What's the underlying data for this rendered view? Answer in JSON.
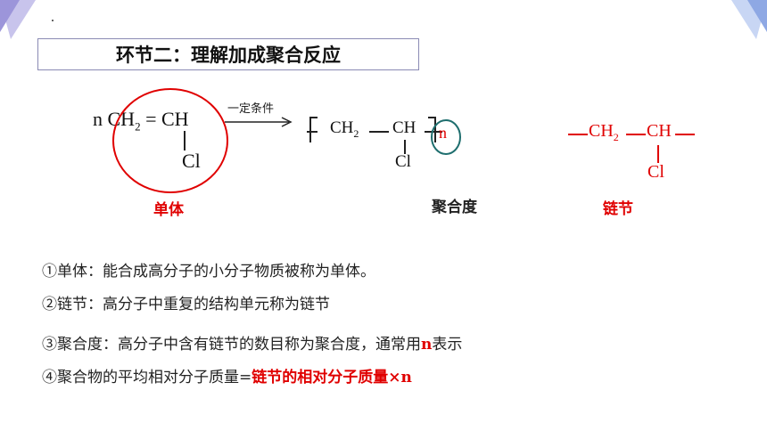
{
  "title": "环节二：理解加成聚合反应",
  "reaction": {
    "monomer_n": "n",
    "monomer_ch2": "CH",
    "monomer_sub2": "2",
    "monomer_eq": "=",
    "monomer_ch": "CH",
    "monomer_cl": "Cl",
    "condition": "一定条件",
    "poly_ch2": "CH",
    "poly_sub2": "2",
    "poly_ch": "CH",
    "poly_cl": "Cl",
    "poly_n": "n"
  },
  "link_unit": {
    "ch2": "CH",
    "sub2": "2",
    "ch": "CH",
    "cl": "Cl"
  },
  "labels": {
    "monomer": "单体",
    "degree": "聚合度",
    "link": "链节"
  },
  "definitions": [
    "①单体：能合成高分子的小分子物质被称为单体。",
    "②链节：高分子中重复的结构单元称为链节",
    "③聚合度：高分子中含有链节的数目称为聚合度，通常用",
    "④聚合物的平均相对分子质量="
  ],
  "def3_n": "n",
  "def3_tail": "表示",
  "def4_red": "链节的相对分子质量×n",
  "colors": {
    "accent_red": "#e00000",
    "box_border": "#8a8ab4",
    "circle_teal": "#1e6e6e"
  }
}
